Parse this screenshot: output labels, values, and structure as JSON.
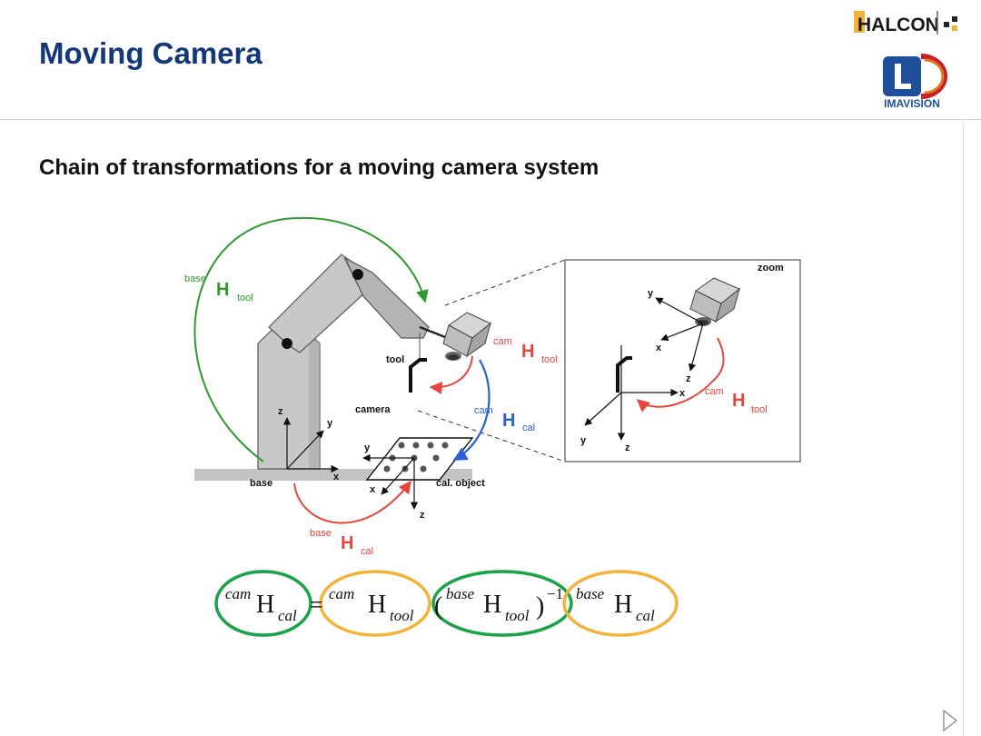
{
  "slide": {
    "title": "Moving Camera",
    "subtitle": "Chain of transformations for a moving camera system"
  },
  "logos": {
    "halcon": "HALCON",
    "imavision": "IMAVISION"
  },
  "diagram": {
    "labels": {
      "tool": "tool",
      "camera": "camera",
      "base": "base",
      "cal_object": "cal. object",
      "zoom": "zoom"
    },
    "axes": [
      "x",
      "y",
      "z"
    ],
    "transforms": {
      "base_tool": {
        "sup": "base",
        "H": "H",
        "sub": "tool",
        "color": "#2e9a2e"
      },
      "cam_tool": {
        "sup": "cam",
        "H": "H",
        "sub": "tool",
        "color": "#e8453c"
      },
      "cam_cal": {
        "sup": "cam",
        "H": "H",
        "sub": "cal",
        "color": "#2a5fd6"
      },
      "base_cal": {
        "sup": "base",
        "H": "H",
        "sub": "cal",
        "color": "#e8453c"
      }
    }
  },
  "equation": {
    "lhs_sup": "cam",
    "lhs_H": "H",
    "lhs_sub": "cal",
    "equals": "=",
    "t1_sup": "cam",
    "t1_H": "H",
    "t1_sub": "tool",
    "open_paren": "(",
    "t2_sup": "base",
    "t2_H": "H",
    "t2_sub": "tool",
    "close_paren": ")",
    "exponent": "−1",
    "t3_sup": "base",
    "t3_H": "H",
    "t3_sub": "cal",
    "ellipse_colors": {
      "green": "#1aa447",
      "orange": "#f2b33a"
    }
  }
}
